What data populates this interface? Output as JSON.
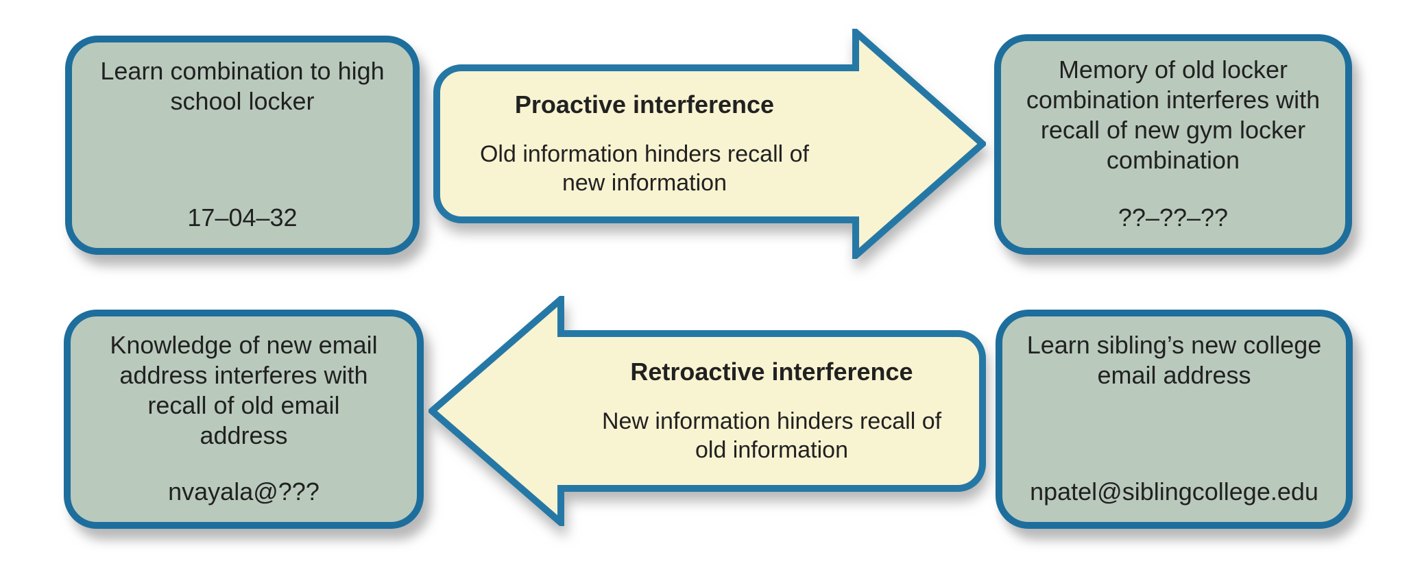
{
  "colors": {
    "background": "#ffffff",
    "box_fill": "#b9c9bc",
    "box_border": "#1d6e9c",
    "arrow_fill": "#f8f3d1",
    "arrow_border": "#2578a5",
    "text": "#212121"
  },
  "diagram": {
    "top": {
      "cause": {
        "text": "Learn combination to high\nschool locker",
        "code": "17–04–32"
      },
      "arrow": {
        "direction": "right",
        "title": "Proactive interference",
        "desc": "Old information hinders recall of\nnew information"
      },
      "effect": {
        "text": "Memory of old locker\ncombination interferes with\nrecall of new gym locker\ncombination",
        "code": "??–??–??"
      }
    },
    "bottom": {
      "effect": {
        "text": "Knowledge of new email\naddress interferes with\nrecall of old email\naddress",
        "code": "nvayala@???"
      },
      "arrow": {
        "direction": "left",
        "title": "Retroactive interference",
        "desc": "New information hinders recall of\nold information"
      },
      "cause": {
        "text": "Learn sibling’s new college\nemail address",
        "code": "npatel@siblingcollege.edu"
      }
    }
  }
}
